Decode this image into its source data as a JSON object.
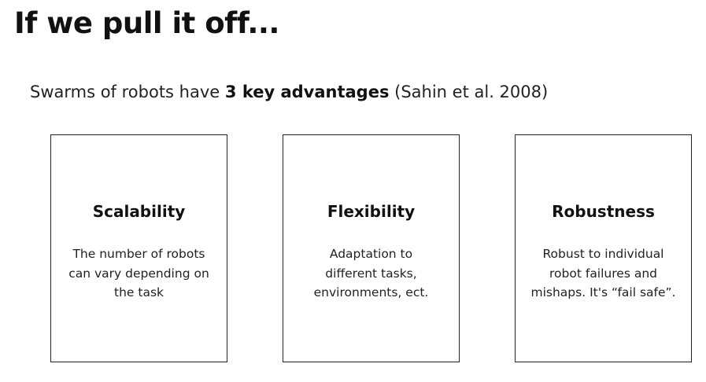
{
  "title": "If we pull it off...",
  "subtitle": {
    "before": "Swarms of robots have ",
    "emphasis": "3 key advantages",
    "after": " (Sahin et al. 2008)"
  },
  "cards": [
    {
      "heading": "Scalability",
      "lines": [
        "The number of robots",
        "can vary depending on",
        "the task"
      ]
    },
    {
      "heading": "Flexibility",
      "lines": [
        "Adaptation to",
        "different tasks,",
        "environments, ect."
      ]
    },
    {
      "heading": "Robustness",
      "lines": [
        "Robust to individual",
        "robot failures and",
        "mishaps. It's “fail safe”."
      ]
    }
  ]
}
